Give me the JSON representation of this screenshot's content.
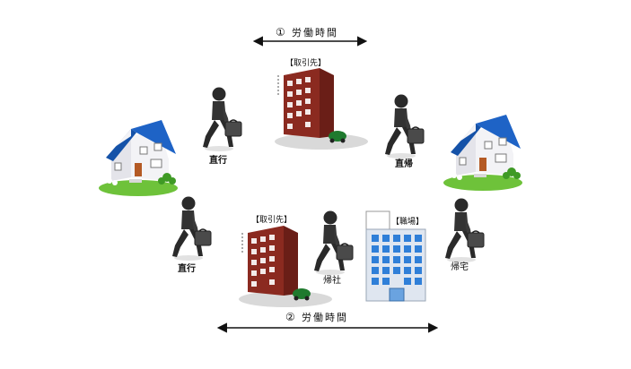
{
  "top_span": {
    "marker": "①",
    "text": "労働時間"
  },
  "bottom_span": {
    "marker": "②",
    "text": "労働時間"
  },
  "labels": {
    "client_top": "【取引先】",
    "client_bottom": "【取引先】",
    "workplace": "【職場】",
    "direct_go_top": "直行",
    "direct_return_top": "直帰",
    "direct_go_bottom": "直行",
    "return_office": "帰社",
    "return_home": "帰宅"
  },
  "colors": {
    "roof": "#1e63c6",
    "house_wall": "#f3f3f6",
    "brick": "#8b2a20",
    "office": "#dfe6f0",
    "office_window": "#2f7fd8",
    "grass": "#6ec23a",
    "figure": "#2a2a2a",
    "bag": "#4a4a4a"
  }
}
